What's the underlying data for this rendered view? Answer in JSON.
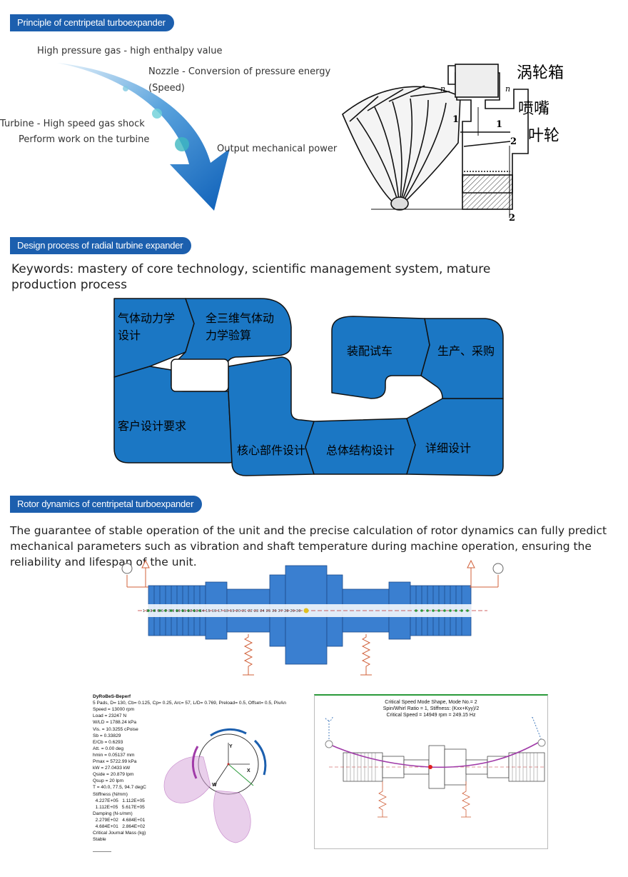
{
  "section1": {
    "tag": "Principle of centripetal turboexpander",
    "labels": {
      "high_pressure": "High pressure gas - high enthalpy value",
      "nozzle_line1": "Nozzle - Conversion of pressure energy",
      "nozzle_line2": "(Speed)",
      "turbine_line1": "Turbine - High speed gas shock",
      "turbine_line2": "Perform work on the turbine",
      "output": "Output mechanical power"
    },
    "diagram_labels": {
      "casing": "涡轮箱",
      "nozzle": "喷嘴",
      "impeller": "叶轮",
      "n_left": "n",
      "n_right": "n",
      "num_1a": "1",
      "num_1b": "1",
      "num_2a": "2",
      "num_2b": "2"
    }
  },
  "section2": {
    "tag": "Design process of radial turbine expander",
    "keywords_line1": "Keywords: mastery of core technology, scientific management system, mature",
    "keywords_line2": "production process",
    "steps": {
      "gas_dynamics_line1": "气体动力学",
      "gas_dynamics_line2": "设计",
      "full_3d_line1": "全三维气体动",
      "full_3d_line2": "力学验算",
      "assembly": "装配试车",
      "production": "生产、采购",
      "customer": "客户设计要求",
      "core_parts": "核心部件设计",
      "overall": "总体结构设计",
      "detail": "详细设计"
    },
    "colors": {
      "fill": "#1b77c4",
      "stroke": "#111111"
    }
  },
  "section3": {
    "tag": "Rotor dynamics of centripetal turboexpander",
    "paragraph": "The guarantee of stable operation of the unit and the precise calculation of rotor dynamics can fully predict mechanical parameters such as vibration and shaft temperature during machine operation, ensuring the reliability and lifespan of the unit.",
    "bearing_report": {
      "lines": [
        "DyRoBeS-Beperf",
        "5 Pads, D= 130, Cb= 0.125, Cp= 0.25, Arc= 57, L/D= 0.769, Preload= 0.5, Offset= 0.5, PivAn",
        "Speed = 13000 rpm",
        "Load = 23247 N",
        "W/LD = 1788.24 kPa",
        "Vis. = 10.3255 cPoise",
        "Sb = 0.33829",
        "E/Cb = 0.6293",
        "Att. = 0.00 deg",
        "hmin = 0.05137 mm",
        "Pmax = 5722.99 kPa",
        "kW = 27.0433 kW",
        "Qside = 20.879 lpm",
        "Qsup = 20 lpm",
        "T = 40.0, 77.5, 94.7 degC",
        "Stiffness (N/mm)",
        "  4.227E+05   1.112E+05",
        "  1.112E+05   5.617E+05",
        "Damping (N-s/mm)",
        "  2.279E+02   4.684E+01",
        "  4.684E+01   2.864E+02",
        "Critical Journal Mass (kg)",
        "Stable"
      ],
      "axis_x": "X",
      "axis_y": "Y",
      "axis_w": "W"
    },
    "mode_shape": {
      "line1": "Critical Speed Mode Shape, Mode No.= 2",
      "line2": "Spin/Whirl Ratio = 1, Stiffness: (Kxx+Kyy)/2",
      "line3": "Critical Speed = 14949 rpm = 249.15 Hz"
    },
    "shaft_station_labels": "1 2  3 4 5 6 7 8 9 10 11 12 13 14 15 16 17 18 19 20 21 22 23 24 25 26 27 28 29 30"
  },
  "colors": {
    "tag_blue": "#1c5fae",
    "rotor_blue": "#3a7fd0",
    "arrow_blue": "#1a6cc4",
    "mode_purple": "#a03aa8",
    "spring_orange": "#d0603a"
  }
}
